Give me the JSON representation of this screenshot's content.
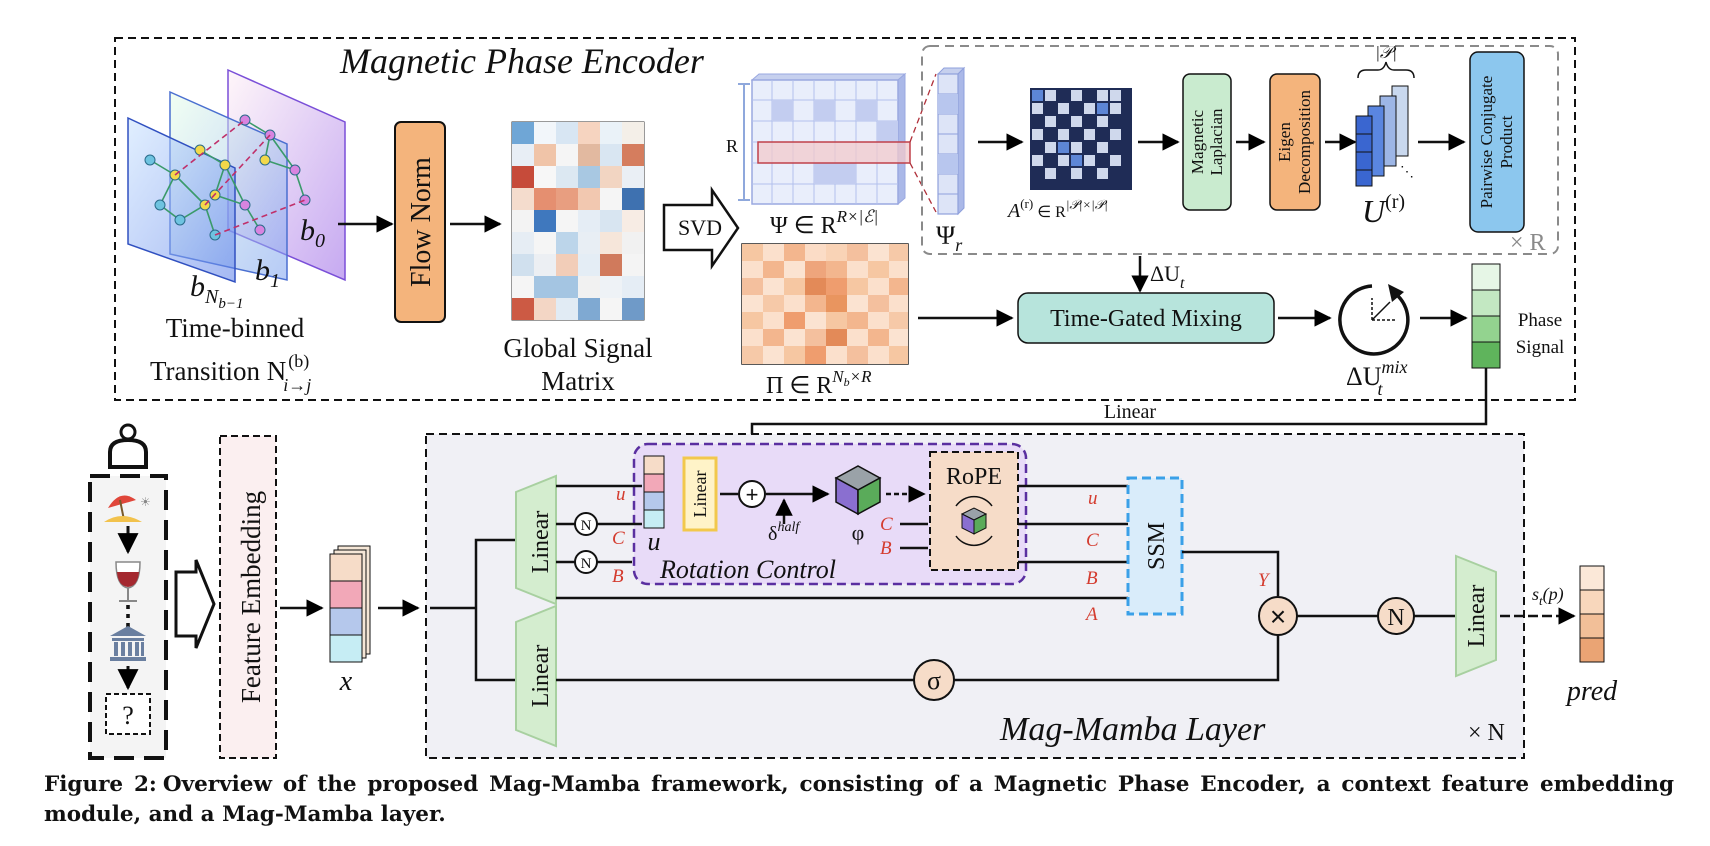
{
  "encoder": {
    "title": "Magnetic Phase Encoder",
    "bin_labels": {
      "b0": "b",
      "b0_sub": "0",
      "b1": "b",
      "b1_sub": "1",
      "bn": "b",
      "bn_sub": "N",
      "bn_subsub": "b−1"
    },
    "transition_line1": "Time-binned",
    "transition_line2": "Transition N",
    "transition_sup": "(b)",
    "transition_sub": "i→j",
    "flow_norm": "Flow Norm",
    "gsm_line1": "Global Signal",
    "gsm_line2": "Matrix",
    "svd": "SVD",
    "r_label": "R",
    "psi_label": "Ψ ∈ R",
    "psi_sup": "R×|ℰ|",
    "pi_label": "Π ∈ R",
    "pi_sup": "N",
    "pi_sup_sub": "b",
    "pi_sup_tail": "×R",
    "psi_r": "Ψ",
    "psi_r_sub": "r",
    "adj_label": "A",
    "adj_sup": "(r)",
    "adj_tail": " ∈ R",
    "adj_tail_sup": "|𝒫|×|𝒫|",
    "mag_lap_line1": "Magnetic",
    "mag_lap_line2": "Laplacian",
    "eigen_line1": "Eigen",
    "eigen_line2": "Decomposition",
    "u_label": "U",
    "u_sup": "(r)",
    "p_card": "|𝒫|",
    "pcp_line1": "Pairwise Conjugate",
    "pcp_line2": "Product",
    "times_r": "× R",
    "delta_u": "ΔU",
    "delta_u_sub": "t",
    "tgm": "Time-Gated Mixing",
    "delta_mix": "ΔU",
    "delta_mix_sup": "mix",
    "delta_mix_sub": "t",
    "phase_line1": "Phase",
    "phase_line2": "Signal"
  },
  "connector": {
    "linear": "Linear"
  },
  "left": {
    "feature_embedding": "Feature Embedding",
    "x_label": "x",
    "ellipsis": "⋮",
    "question": "?"
  },
  "layer": {
    "title": "Mag-Mamba Layer",
    "times_n": "× N",
    "linear": "Linear",
    "n": "N",
    "u": "u",
    "c": "C",
    "b": "B",
    "a": "A",
    "y": "Y",
    "rotation_control": "Rotation Control",
    "delta_half": "δ",
    "delta_half_sup": "half",
    "phi": "φ",
    "rope": "RoPE",
    "ssm": "SSM",
    "sigma": "σ",
    "oplus": "+",
    "times": "×",
    "st": "s",
    "st_sub": "t",
    "st_tail": "(p)",
    "pred": "pred"
  },
  "caption": {
    "label": "Figure 2:",
    "text": "Overview of the proposed Mag-Mamba framework, consisting of a Magnetic Phase Encoder, a context feature embedding module, and a Mag-Mamba layer."
  },
  "colors": {
    "orange": "#f4b47c",
    "green": "#c9ebcf",
    "blue": "#8cc7ee",
    "teal": "#b7e4dc",
    "purple": "#e8dbf8",
    "peach": "#f6dcc8",
    "layer_bg": "#f0f0f5",
    "red_text": "#d43c2f"
  }
}
